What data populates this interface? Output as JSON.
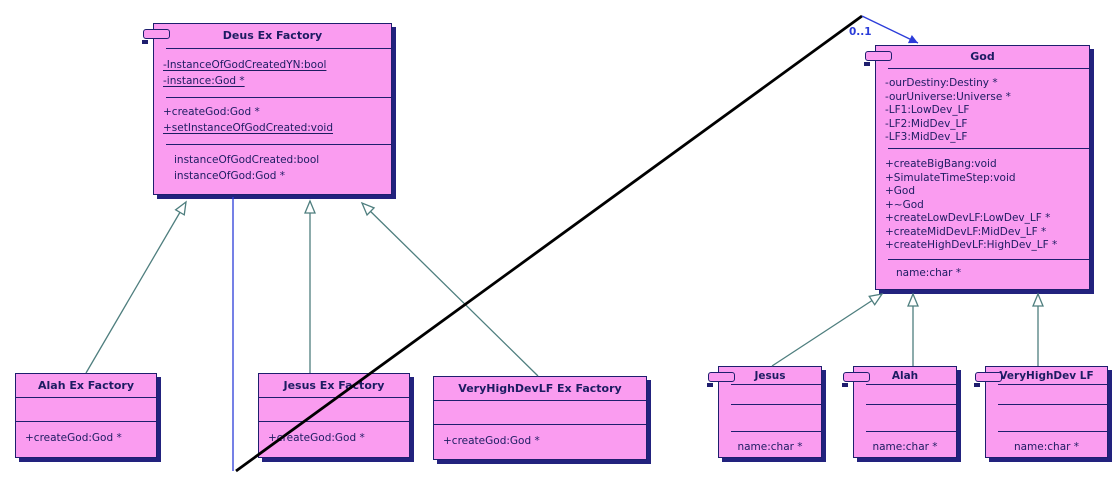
{
  "association": {
    "multiplicity": "0..1"
  },
  "colors": {
    "box_fill": "#fa9cf0",
    "box_border": "#1e1e6e",
    "box_shadow": "#22227e",
    "text": "#1c1c62",
    "generalization_line": "#4e7e7e",
    "association_line": "#2b3cd9",
    "crossing_line": "#000000",
    "background": "#ffffff"
  },
  "classes": {
    "deus": {
      "title": "Deus Ex Factory",
      "attributes": [
        "-InstanceOfGodCreatedYN:bool",
        "-instance:God *"
      ],
      "methods": [
        "+createGod:God *",
        "+setInstanceOfGodCreated:void"
      ],
      "extras": [
        "instanceOfGodCreated:bool",
        "instanceOfGod:God *"
      ]
    },
    "god": {
      "title": "God",
      "attributes": [
        "-ourDestiny:Destiny *",
        "-ourUniverse:Universe *",
        "-LF1:LowDev_LF",
        "-LF2:MidDev_LF",
        "-LF3:MidDev_LF"
      ],
      "methods": [
        "+createBigBang:void",
        "+SimulateTimeStep:void",
        "+God",
        "+~God",
        "+createLowDevLF:LowDev_LF *",
        "+createMidDevLF:MidDev_LF *",
        "+createHighDevLF:HighDev_LF *"
      ],
      "extras": [
        "name:char *"
      ]
    },
    "alah_factory": {
      "title": "Alah Ex Factory",
      "methods": [
        "+createGod:God *"
      ]
    },
    "jesus_factory": {
      "title": "Jesus Ex Factory",
      "methods": [
        "+createGod:God *"
      ]
    },
    "vhd_factory": {
      "title": "VeryHighDevLF Ex Factory",
      "methods": [
        "+createGod:God *"
      ]
    },
    "jesus": {
      "title": "Jesus",
      "extras": [
        "name:char *"
      ]
    },
    "alah": {
      "title": "Alah",
      "extras": [
        "name:char *"
      ]
    },
    "vhd": {
      "title": "VeryHighDev LF",
      "extras": [
        "name:char *"
      ]
    }
  }
}
